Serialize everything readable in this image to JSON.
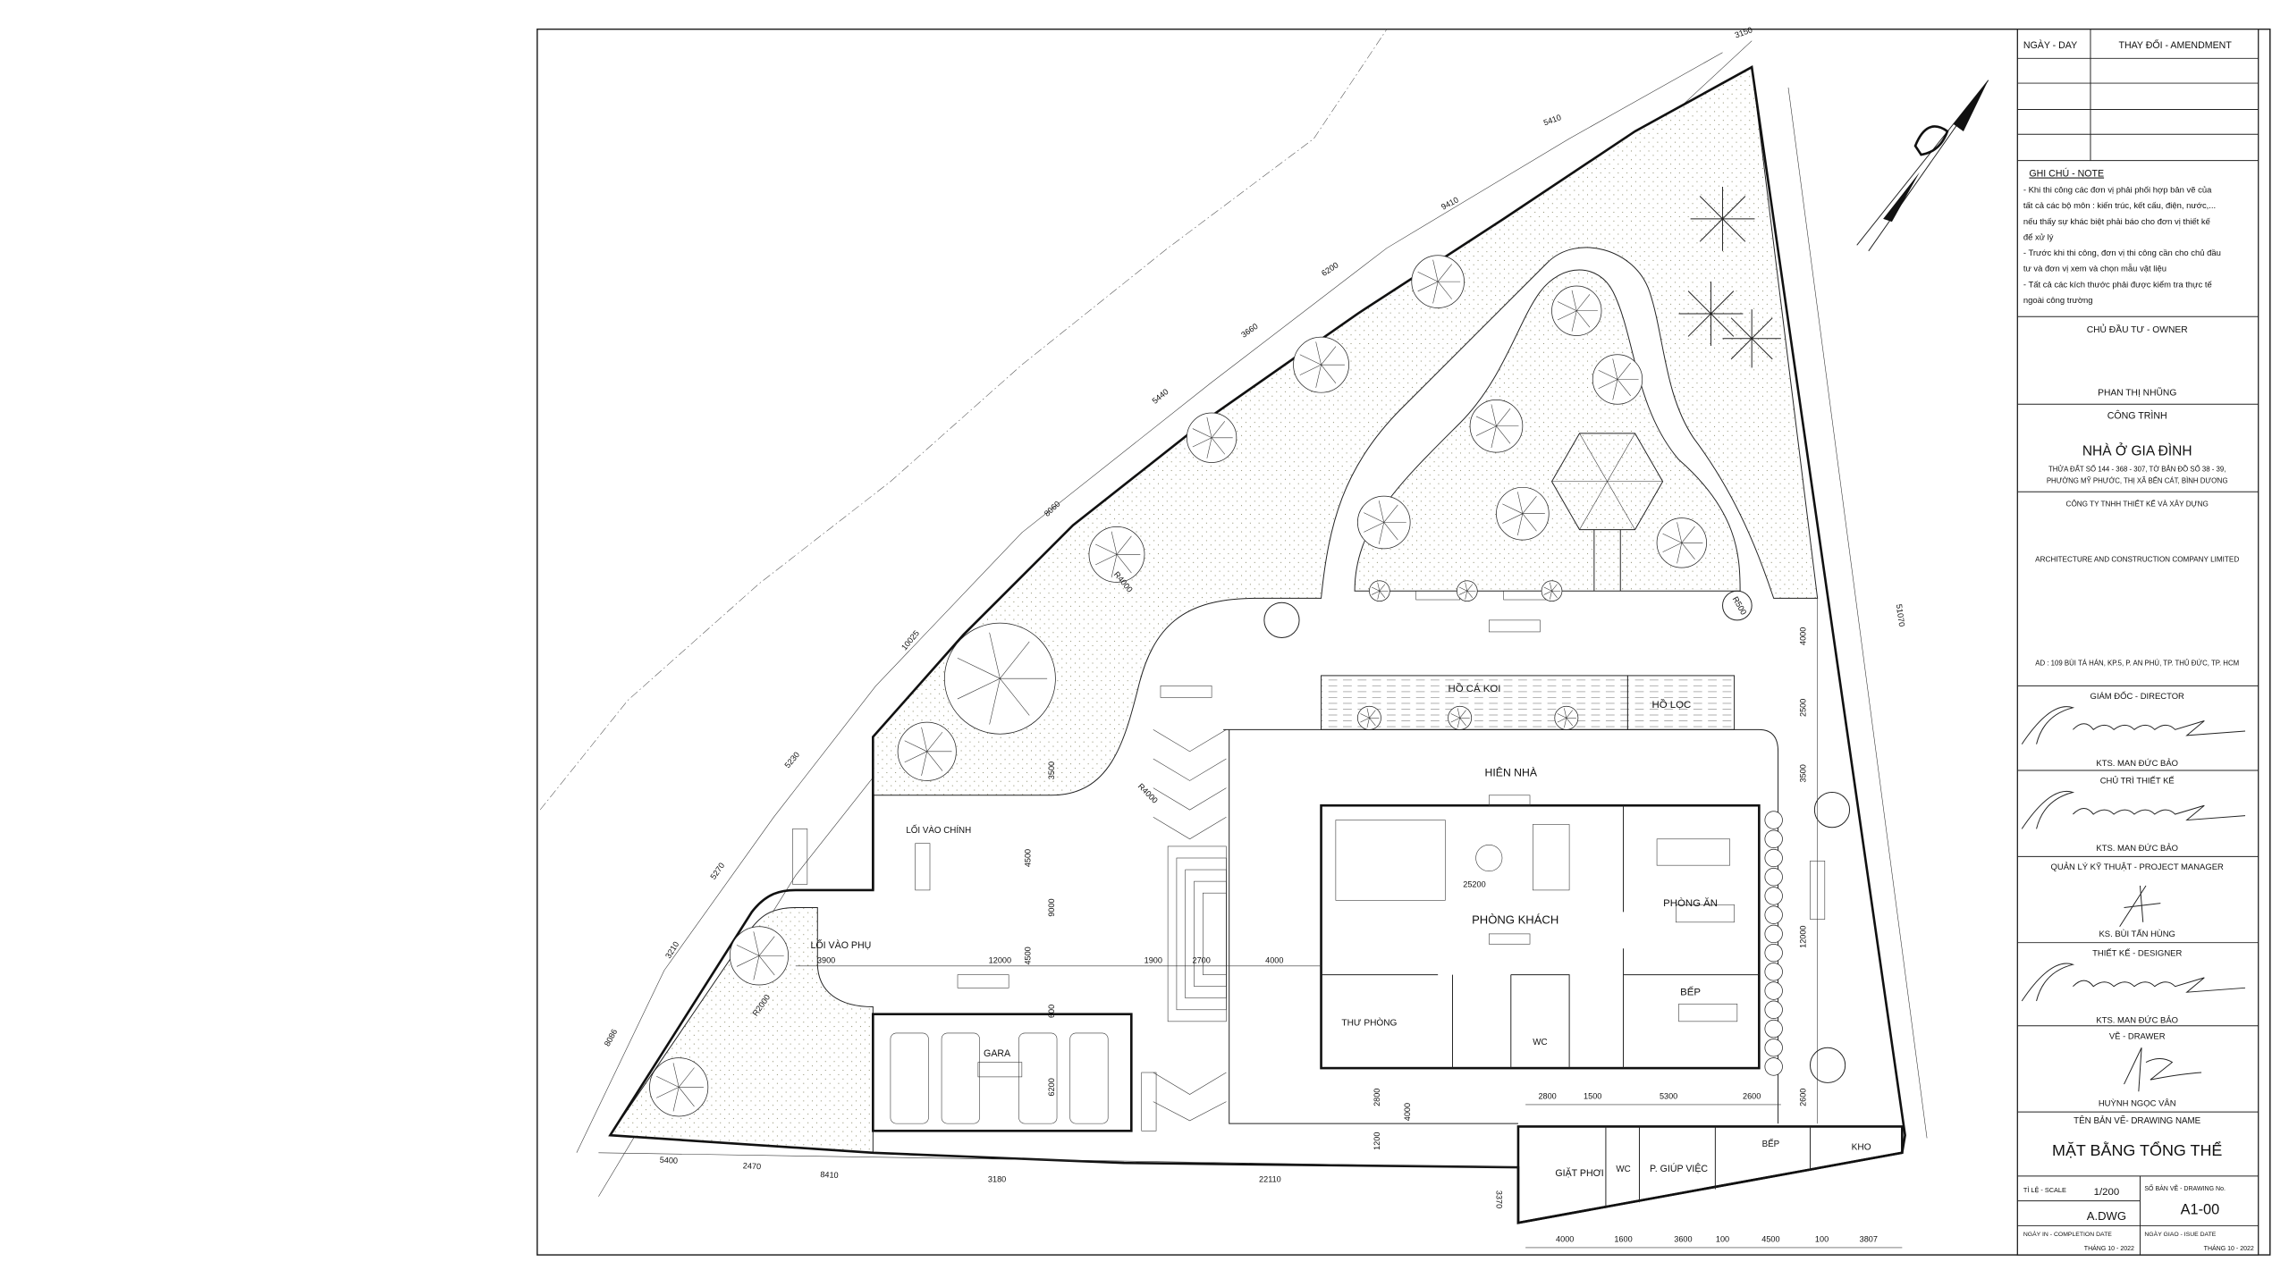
{
  "title_block": {
    "amend_date_header": "NGÀY - DAY",
    "amend_change_header": "THAY ĐỔI - AMENDMENT",
    "note_title": "GHI CHÚ - NOTE",
    "notes": [
      "- Khi thi công các đơn vị phải phối hợp bản vẽ của",
      "tất cả các bộ môn : kiến trúc, kết cấu, điện, nước,...",
      "nếu thấy sự khác biệt  phải báo cho đơn vị thiết kế",
      "để xử lý",
      "- Trước khi thi công, đơn vị thi công cần cho chủ đầu",
      "tư và đơn vị xem và chọn mẫu vật liệu",
      "- Tất cả các kích thước phải được kiểm tra thực tế",
      "ngoài công trường"
    ],
    "owner_label": "CHỦ ĐẦU TƯ - OWNER",
    "owner_name": "PHAN THỊ NHŨNG",
    "project_label": "CÔNG TRÌNH",
    "project_name": "NHÀ Ở GIA ĐÌNH",
    "project_address": [
      "THỬA ĐẤT SỐ 144 - 368 - 307, TỜ  BẢN ĐỒ SỐ 38 - 39,",
      "PHƯỜNG MỸ PHƯỚC, THỊ XÃ BẾN CÁT, BÌNH DƯƠNG"
    ],
    "company_vn": "CÔNG TY TNHH THIẾT KẾ VÀ XÂY DỰNG",
    "company_en": "ARCHITECTURE AND CONSTRUCTION COMPANY LIMITED",
    "company_address": "AD : 109 BÙI TÁ HÁN, KP.5, P. AN PHÚ, TP. THỦ ĐỨC, TP. HCM",
    "signatories": [
      {
        "role": "GIÁM ĐỐC - DIRECTOR",
        "name": "KTS. MAN ĐỨC BẢO"
      },
      {
        "role": "CHỦ TRÌ THIẾT KẾ",
        "name": "KTS. MAN ĐỨC BẢO"
      },
      {
        "role": "QUẢN LÝ KỸ THUẬT - PROJECT MANAGER",
        "name": "KS. BÙI TẤN HÙNG"
      },
      {
        "role": "THIẾT KẾ - DESIGNER",
        "name": "KTS. MAN ĐỨC BẢO"
      },
      {
        "role": "VẼ - DRAWER",
        "name": "HUỲNH NGỌC VÂN"
      }
    ],
    "drawing_name_label": "TÊN BẢN VẼ- DRAWING NAME",
    "drawing_name": "MẶT BẰNG TỔNG THỂ",
    "scale_label": "TỈ LỆ - SCALE",
    "scale": "1/200",
    "file": "A.DWG",
    "drawing_no_label": "SỐ BẢN VẼ - DRAWING No.",
    "drawing_no": "A1-00",
    "completion_label": "NGÀY IN - COMPLETION DATE",
    "completion_date": "THÁNG 10 - 2022",
    "issue_label": "NGÀY GIAO - ISUE DATE",
    "issue_date": "THÁNG 10 - 2022"
  },
  "plan": {
    "rooms": [
      "HỒ CÁ KOI",
      "HỒ LỌC",
      "HIÊN NHÀ",
      "PHÒNG KHÁCH",
      "PHÒNG ĂN",
      "BẾP",
      "THƯ PHÒNG",
      "WC",
      "GARA",
      "LỐI VÀO CHÍNH",
      "LỐI VÀO PHỤ",
      "GIẶT PHƠI",
      "WC",
      "P. GIÚP VIỆC",
      "BẾP",
      "KHO"
    ],
    "dimensions": [
      "8086",
      "3210",
      "5270",
      "5230",
      "10025",
      "8060",
      "5440",
      "3660",
      "6200",
      "9410",
      "5410",
      "3150",
      "5400",
      "2470",
      "8410",
      "3180",
      "22110",
      "51070",
      "4000",
      "2500",
      "3500",
      "12000",
      "2600",
      "R500",
      "3500",
      "4500",
      "9000",
      "4500",
      "600",
      "6200",
      "3900",
      "12000",
      "1900",
      "2700",
      "4000",
      "25200",
      "2800",
      "4000",
      "1200",
      "3370",
      "R4000",
      "R4000",
      "R2000",
      "2800",
      "1500",
      "5300",
      "2600",
      "4000",
      "1600",
      "3600",
      "100",
      "4500",
      "100",
      "3807"
    ]
  }
}
